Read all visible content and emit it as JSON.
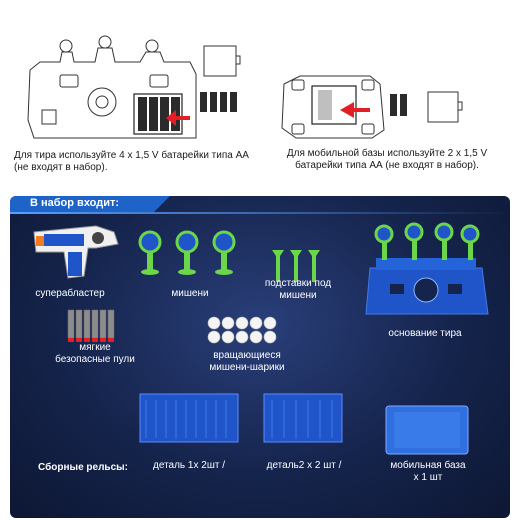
{
  "instructions": {
    "range_note_line1": "Для тира используйте 4 x 1,5 V батарейки типа АА",
    "range_note_line2": "(не входят в набор).",
    "base_note_line1": "Для мобильной базы используйте 2 x 1,5 V",
    "base_note_line2": "батарейки типа АА (не входят в набор)."
  },
  "kit": {
    "header": "В набор входит:",
    "items": {
      "blaster": "суперабластер",
      "targets": "мишени",
      "stands_line1": "подставки под",
      "stands_line2": "мишени",
      "range_base": "основание тира",
      "darts_line1": "мягкие",
      "darts_line2": "безопасные пули",
      "balls_line1": "вращающиеся",
      "balls_line2": "мишени-шарики"
    },
    "rails_title": "Сборные рельсы:",
    "rails": {
      "part1": "деталь 1х 2шт /",
      "part2": "деталь2 x 2 шт /",
      "mobile_line1": "мобильная база",
      "mobile_line2": "x 1 шт"
    }
  },
  "colors": {
    "panel_bg": "#15244c",
    "header_blue": "#1e63c7",
    "rail_blue": "#1f55c9",
    "target_green": "#6bd64a",
    "arrow_red": "#e31e24"
  }
}
